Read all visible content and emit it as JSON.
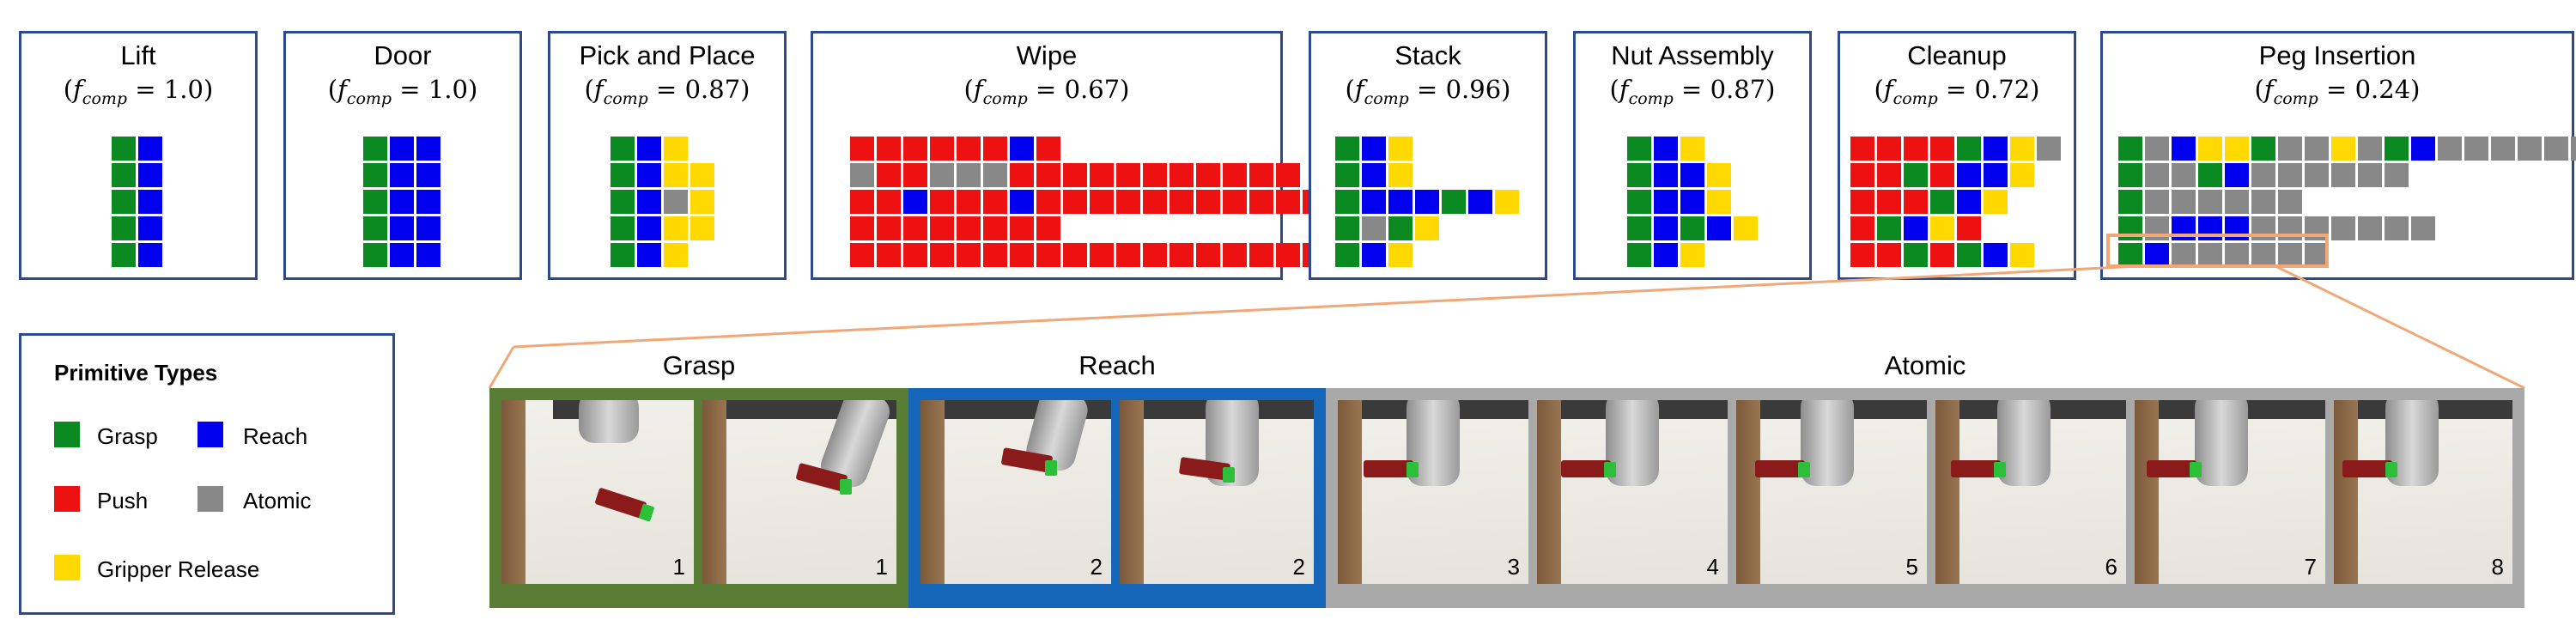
{
  "colors": {
    "grasp": "#0a8a21",
    "reach": "#0000ee",
    "push": "#ee1111",
    "atomic": "#888888",
    "gripper_release": "#ffd900",
    "box_border": "#2e4a8f",
    "highlight": "#f0a878",
    "grasp_frame": "#5a7d36",
    "reach_frame": "#1566b8",
    "atomic_frame": "#a9a9a9"
  },
  "tasks": [
    {
      "title": "Lift",
      "fvalue": "1.0",
      "rows": [
        "GR",
        "GR",
        "GR",
        "GR",
        "GR"
      ]
    },
    {
      "title": "Door",
      "fvalue": "1.0",
      "rows": [
        "GRR",
        "GRR",
        "GRR",
        "GRR",
        "GRR"
      ]
    },
    {
      "title": "Pick and Place",
      "fvalue": "0.87",
      "rows": [
        "GRY",
        "GRYY",
        "GRAY",
        "GRYY",
        "GRY"
      ]
    },
    {
      "title": "Wipe",
      "fvalue": "0.67",
      "rows": [
        "PPPPPPRP",
        "APPAAAPPPPPPPPPPP",
        "PPRPPPRPPPPPPPPPPPP",
        "PPPPPPPP",
        "PPPPPPPPPPPPPPPPPPP"
      ]
    },
    {
      "title": "Stack",
      "fvalue": "0.96",
      "rows": [
        "GRY",
        "GRY",
        "GRRRGRY",
        "GAGY",
        "GRY"
      ]
    },
    {
      "title": "Nut Assembly",
      "fvalue": "0.87",
      "rows": [
        "GRY",
        "GRRY",
        "GRRY",
        "GRGRY",
        "GRY"
      ]
    },
    {
      "title": "Cleanup",
      "fvalue": "0.72",
      "rows": [
        "PPPPGRYA",
        "PPGPRRY",
        "PPPGRY",
        "PGRYP",
        "PPGPGRY"
      ]
    },
    {
      "title": "Peg Insertion",
      "fvalue": "0.24",
      "rows": [
        "GARYYGAAYAGRAAAAAAA",
        "GAAGRAAAAAA",
        "GAAAAAA",
        "GARRRAAAAAAA",
        "GRAAAAAA"
      ]
    }
  ],
  "legend": {
    "title": "Primitive Types",
    "items": [
      {
        "label": "Grasp",
        "key": "grasp"
      },
      {
        "label": "Reach",
        "key": "reach"
      },
      {
        "label": "Push",
        "key": "push"
      },
      {
        "label": "Atomic",
        "key": "atomic"
      },
      {
        "label": "Gripper Release",
        "key": "gripper_release"
      }
    ]
  },
  "sequence": {
    "segments": [
      {
        "label": "Grasp",
        "frames": [
          "1",
          "1"
        ]
      },
      {
        "label": "Reach",
        "frames": [
          "2",
          "2"
        ]
      },
      {
        "label": "Atomic",
        "frames": [
          "3",
          "4",
          "5",
          "6",
          "7",
          "8"
        ]
      }
    ]
  }
}
